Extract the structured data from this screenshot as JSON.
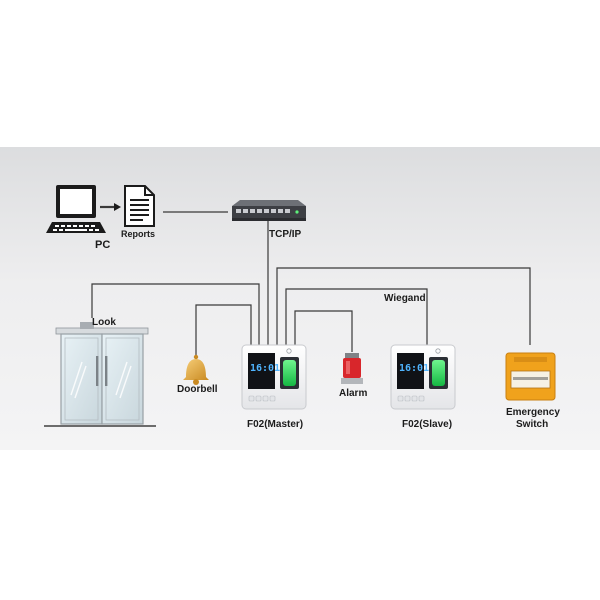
{
  "labels": {
    "pc": "PC",
    "reports": "Reports",
    "tcpip": "TCP/IP",
    "wiegand": "Wiegand",
    "look": "Look",
    "doorbell": "Doorbell",
    "alarm": "Alarm",
    "master": "F02(Master)",
    "slave": "F02(Slave)",
    "emergency_line1": "Emergency",
    "emergency_line2": "Switch"
  },
  "devices": {
    "master_time": "16:01",
    "slave_time": "16:01"
  },
  "colors": {
    "wire": "#3a3a3a",
    "fingerprint_green": "#22d35a",
    "alarm_red": "#d8262b",
    "bell_gold": "#e3a23a",
    "emergency_yellow": "#f0a21c"
  }
}
